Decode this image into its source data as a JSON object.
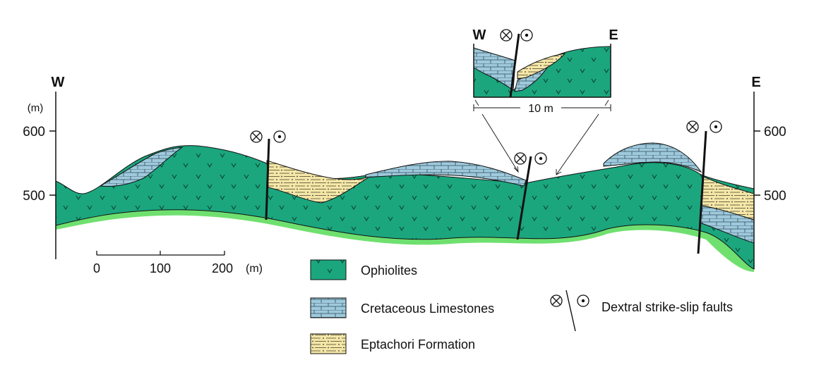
{
  "section": {
    "west_label": "W",
    "east_label": "E",
    "unit_label": "(m)",
    "elevation_ticks_left": [
      "600",
      "500"
    ],
    "elevation_ticks_right": [
      "600",
      "500"
    ]
  },
  "scale_bar": {
    "ticks": [
      "0",
      "100",
      "200"
    ],
    "unit": "(m)"
  },
  "inset": {
    "west_label": "W",
    "east_label": "E",
    "width_label": "10 m"
  },
  "legend": {
    "items": [
      {
        "key": "ophiolites",
        "label": "Ophiolites",
        "color": "#1ba67e"
      },
      {
        "key": "limestones",
        "label": "Cretaceous Limestones",
        "color": "#9fc9dc"
      },
      {
        "key": "eptachori",
        "label": "Eptachori Formation",
        "color": "#f4e7a8"
      }
    ],
    "fault_label": "Dextral strike-slip faults"
  },
  "colors": {
    "ophiolite": "#1ba67e",
    "limestone": "#9fc9dc",
    "eptachori": "#f4e7a8",
    "base_fringe": "#6fe06f",
    "ink": "#111111"
  },
  "symbols": {
    "ophiolite_mark": "v",
    "fault_into_page": "⊗",
    "fault_out_of_page": "⊙"
  }
}
